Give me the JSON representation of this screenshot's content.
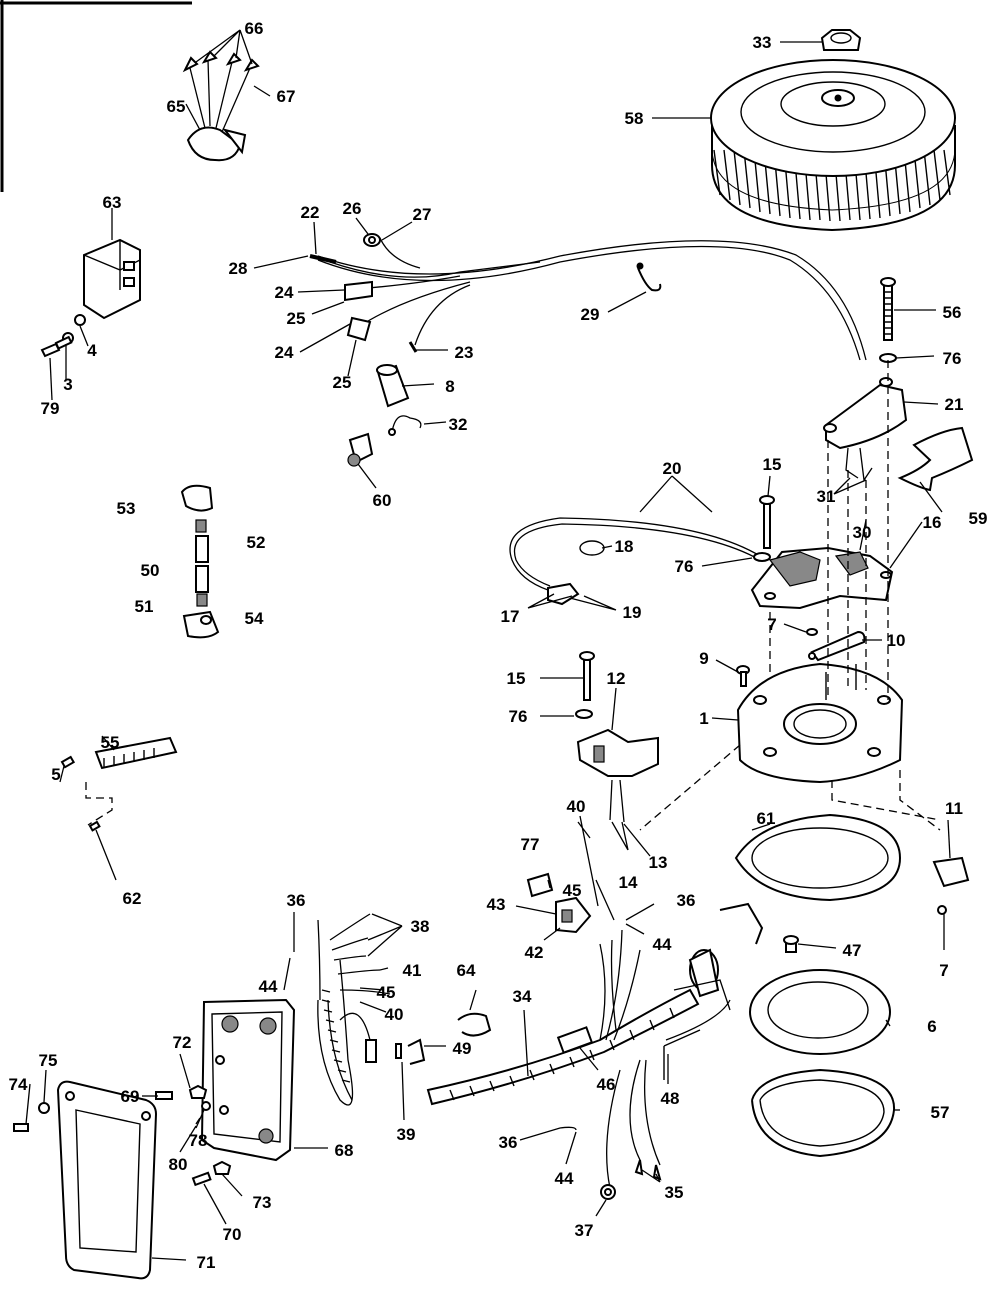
{
  "diagram": {
    "labels": {
      "l1": "1",
      "l3": "3",
      "l4": "4",
      "l5": "5",
      "l6": "6",
      "l7a": "7",
      "l7b": "7",
      "l8": "8",
      "l9": "9",
      "l10": "10",
      "l11": "11",
      "l12": "12",
      "l13": "13",
      "l14": "14",
      "l15a": "15",
      "l15b": "15",
      "l16": "16",
      "l17": "17",
      "l18": "18",
      "l19": "19",
      "l20": "20",
      "l21": "21",
      "l22": "22",
      "l23": "23",
      "l24a": "24",
      "l24b": "24",
      "l25a": "25",
      "l25b": "25",
      "l26": "26",
      "l27": "27",
      "l28": "28",
      "l29": "29",
      "l30": "30",
      "l31": "31",
      "l32": "32",
      "l33": "33",
      "l34": "34",
      "l35": "35",
      "l36a": "36",
      "l36b": "36",
      "l36c": "36",
      "l37": "37",
      "l38": "38",
      "l39": "39",
      "l40a": "40",
      "l40b": "40",
      "l41": "41",
      "l42": "42",
      "l43": "43",
      "l44a": "44",
      "l44b": "44",
      "l44c": "44",
      "l45a": "45",
      "l45b": "45",
      "l46": "46",
      "l47": "47",
      "l48": "48",
      "l49": "49",
      "l50": "50",
      "l51": "51",
      "l52": "52",
      "l53": "53",
      "l54": "54",
      "l55": "55",
      "l56": "56",
      "l57": "57",
      "l58": "58",
      "l59": "59",
      "l60": "60",
      "l61": "61",
      "l62": "62",
      "l63": "63",
      "l64": "64",
      "l65": "65",
      "l66": "66",
      "l67": "67",
      "l68": "68",
      "l69": "69",
      "l70": "70",
      "l71": "71",
      "l72": "72",
      "l73": "73",
      "l74": "74",
      "l75": "75",
      "l76a": "76",
      "l76b": "76",
      "l76c": "76",
      "l77": "77",
      "l78": "78",
      "l79": "79",
      "l80": "80"
    }
  }
}
